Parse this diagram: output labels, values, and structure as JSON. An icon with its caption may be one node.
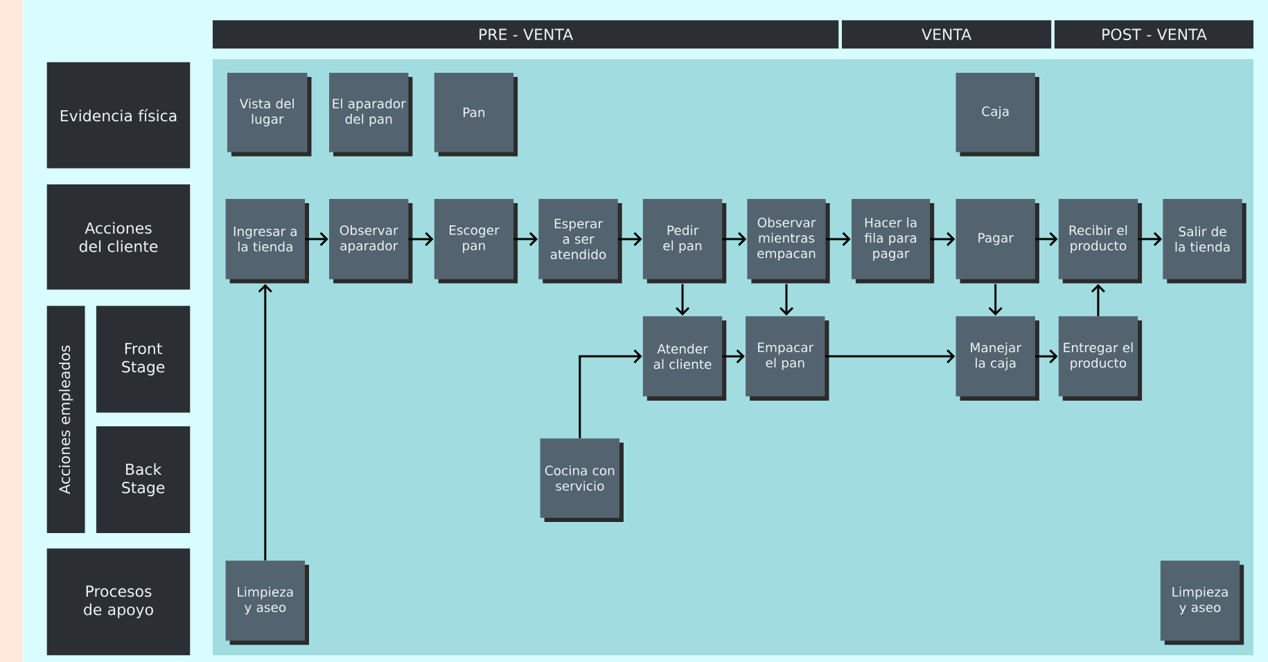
{
  "diagram": {
    "nodes": [
      {
        "text": [
          "PRE - VENTA"
        ]
      },
      {
        "text": [
          "VENTA"
        ]
      },
      {
        "text": [
          "POST - VENTA"
        ]
      },
      {
        "text": [
          "Evidencia física"
        ]
      },
      {
        "text": [
          "Vista del lugar"
        ]
      },
      {
        "text": [
          "El aparador del pan"
        ]
      },
      {
        "text": [
          "Pan"
        ]
      },
      {
        "text": [
          "Caja"
        ]
      },
      {
        "text": [
          "Acciones del cliente"
        ]
      },
      {
        "text": [
          "Ingresar a la tienda"
        ]
      },
      {
        "text": [
          "Observar aparador"
        ]
      },
      {
        "text": [
          "Escoger pan"
        ]
      },
      {
        "text": [
          "Esperar a ser atendido"
        ]
      },
      {
        "text": [
          "Pedir el pan"
        ]
      },
      {
        "text": [
          "Observar mientras empacan"
        ]
      },
      {
        "text": [
          "Hacer la fila para pagar"
        ]
      },
      {
        "text": [
          "Pagar"
        ]
      },
      {
        "text": [
          "Recibir el producto"
        ]
      },
      {
        "text": [
          "Salir de la tienda"
        ]
      },
      {
        "text": [
          "Acciones empleados"
        ]
      },
      {
        "text": [
          "Front Stage"
        ]
      },
      {
        "text": [
          "Atender al cliente"
        ]
      },
      {
        "text": [
          "Empacar el pan"
        ]
      },
      {
        "text": [
          "Manejar la caja"
        ]
      },
      {
        "text": [
          "Entregar el producto"
        ]
      },
      {
        "text": [
          "Back Stage"
        ]
      },
      {
        "text": [
          "Cocina con servicio"
        ]
      },
      {
        "text": [
          "Procesos de apoyo"
        ]
      },
      {
        "text": [
          "Limpieza y aseo"
        ]
      },
      {
        "text": [
          "Limpieza y aseo"
        ]
      }
    ],
    "edges": [
      {
        "from": 9,
        "to": 10,
        "arrow": "to"
      },
      {
        "from": 10,
        "to": 11,
        "arrow": "to"
      },
      {
        "from": 11,
        "to": 12,
        "arrow": "to"
      },
      {
        "from": 12,
        "to": 13,
        "arrow": "to"
      },
      {
        "from": 13,
        "to": 14,
        "arrow": "to"
      },
      {
        "from": 14,
        "to": 15,
        "arrow": "to"
      },
      {
        "from": 15,
        "to": 16,
        "arrow": "to"
      },
      {
        "from": 16,
        "to": 17,
        "arrow": "to"
      },
      {
        "from": 17,
        "to": 18,
        "arrow": "to"
      },
      {
        "from": 13,
        "to": 21,
        "arrow": "to"
      },
      {
        "from": 14,
        "to": 22,
        "arrow": "to"
      },
      {
        "from": 21,
        "to": 22,
        "arrow": "to"
      },
      {
        "from": 22,
        "to": 23,
        "arrow": "to"
      },
      {
        "from": 16,
        "to": 23,
        "arrow": "to"
      },
      {
        "from": 23,
        "to": 24,
        "arrow": "to"
      },
      {
        "from": 24,
        "to": 17,
        "arrow": "to"
      },
      {
        "from": 26,
        "to": 21,
        "arrow": "to"
      },
      {
        "from": 28,
        "to": 9,
        "arrow": "to"
      }
    ]
  }
}
